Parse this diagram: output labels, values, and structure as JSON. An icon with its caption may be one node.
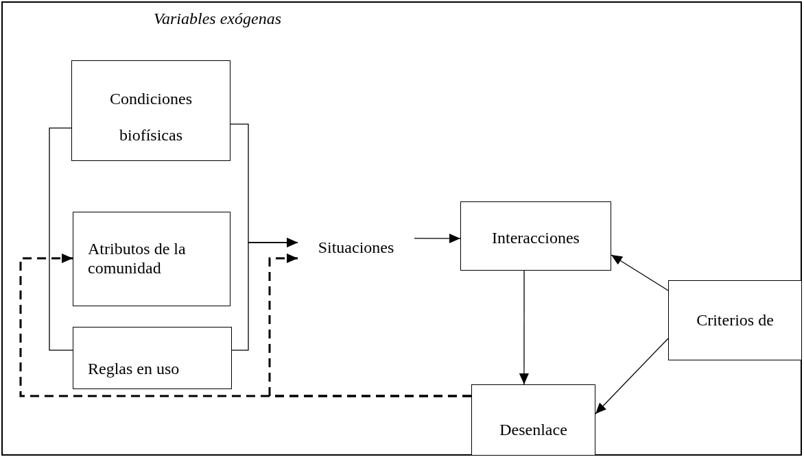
{
  "diagram": {
    "title": "Variables exógenas",
    "nodes": [
      {
        "text": [
          "Condiciones biofísicas"
        ]
      },
      {
        "text": [
          "Atributos de la comunidad"
        ]
      },
      {
        "text": [
          "Reglas en uso"
        ]
      },
      {
        "text": [
          "Situaciones"
        ]
      },
      {
        "text": [
          "Interacciones"
        ]
      },
      {
        "text": [
          "Criterios de"
        ]
      },
      {
        "text": [
          "Desenlace"
        ]
      }
    ],
    "edges": [
      {
        "from": 0,
        "to": 3,
        "arrow": "to"
      },
      {
        "from": 2,
        "to": 3,
        "arrow": "to"
      },
      {
        "from": 0,
        "to": 2,
        "arrow": "none"
      },
      {
        "from": 3,
        "to": 4,
        "arrow": "to"
      },
      {
        "from": 4,
        "to": 6,
        "arrow": "to"
      },
      {
        "from": 5,
        "to": 4,
        "arrow": "to"
      },
      {
        "from": 5,
        "to": 6,
        "arrow": "to"
      },
      {
        "from": 6,
        "to": 1,
        "arrow": "to",
        "style": "dashed"
      },
      {
        "from": 6,
        "to": 3,
        "arrow": "to",
        "style": "dashed"
      }
    ]
  }
}
